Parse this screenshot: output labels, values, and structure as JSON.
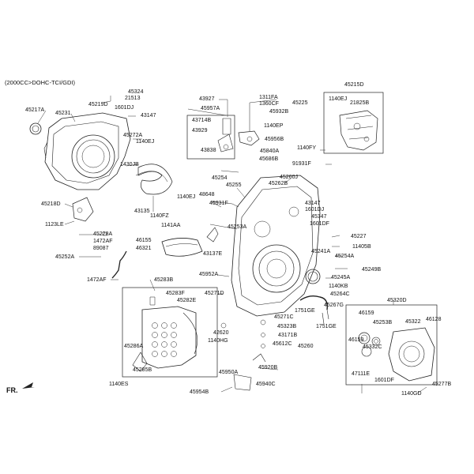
{
  "header": {
    "variant": "(2000CC>DOHC-TCI/GDI)"
  },
  "direction": {
    "label": "FR."
  },
  "parts": [
    {
      "id": "p1",
      "text": "45324"
    },
    {
      "id": "p2",
      "text": "21513"
    },
    {
      "id": "p3",
      "text": "45219D"
    },
    {
      "id": "p4",
      "text": "1601DJ"
    },
    {
      "id": "p5",
      "text": "45217A"
    },
    {
      "id": "p6",
      "text": "45231"
    },
    {
      "id": "p7",
      "text": "43147"
    },
    {
      "id": "p8",
      "text": "45272A"
    },
    {
      "id": "p9",
      "text": "1140EJ"
    },
    {
      "id": "p10",
      "text": "1430JB"
    },
    {
      "id": "p11",
      "text": "45218D"
    },
    {
      "id": "p12",
      "text": "43135"
    },
    {
      "id": "p13",
      "text": "1140FZ"
    },
    {
      "id": "p14",
      "text": "1123LE"
    },
    {
      "id": "p15",
      "text": "43927"
    },
    {
      "id": "p16",
      "text": "45957A"
    },
    {
      "id": "p17",
      "text": "1311FA"
    },
    {
      "id": "p18",
      "text": "1360CF"
    },
    {
      "id": "p19",
      "text": "45932B"
    },
    {
      "id": "p20",
      "text": "43714B"
    },
    {
      "id": "p21",
      "text": "1140EP"
    },
    {
      "id": "p22",
      "text": "43929"
    },
    {
      "id": "p23",
      "text": "45956B"
    },
    {
      "id": "p24",
      "text": "43838"
    },
    {
      "id": "p25",
      "text": "45840A"
    },
    {
      "id": "p26",
      "text": "45686B"
    },
    {
      "id": "p27",
      "text": "45215D"
    },
    {
      "id": "p28",
      "text": "45225"
    },
    {
      "id": "p29",
      "text": "1140EJ"
    },
    {
      "id": "p30",
      "text": "21825B"
    },
    {
      "id": "p31",
      "text": "1140FY"
    },
    {
      "id": "p32",
      "text": "91931F"
    },
    {
      "id": "p33",
      "text": "45260J"
    },
    {
      "id": "p34",
      "text": "45254"
    },
    {
      "id": "p35",
      "text": "45255"
    },
    {
      "id": "p36",
      "text": "45262B"
    },
    {
      "id": "p37",
      "text": "1140EJ"
    },
    {
      "id": "p38",
      "text": "48648"
    },
    {
      "id": "p39",
      "text": "45931F"
    },
    {
      "id": "p40",
      "text": "43147"
    },
    {
      "id": "p41",
      "text": "1601DJ"
    },
    {
      "id": "p42",
      "text": "45347"
    },
    {
      "id": "p43",
      "text": "1601DF"
    },
    {
      "id": "p44",
      "text": "1141AA"
    },
    {
      "id": "p45",
      "text": "45253A"
    },
    {
      "id": "p46",
      "text": "45227"
    },
    {
      "id": "p47",
      "text": "45228A"
    },
    {
      "id": "p48",
      "text": "1472AF"
    },
    {
      "id": "p49",
      "text": "89087"
    },
    {
      "id": "p50",
      "text": "46155"
    },
    {
      "id": "p51",
      "text": "46321"
    },
    {
      "id": "p52",
      "text": "11405B"
    },
    {
      "id": "p53",
      "text": "45241A"
    },
    {
      "id": "p54",
      "text": "45252A"
    },
    {
      "id": "p55",
      "text": "43137E"
    },
    {
      "id": "p56",
      "text": "45254A"
    },
    {
      "id": "p57",
      "text": "45249B"
    },
    {
      "id": "p58",
      "text": "1472AF"
    },
    {
      "id": "p59",
      "text": "45283B"
    },
    {
      "id": "p60",
      "text": "45952A"
    },
    {
      "id": "p61",
      "text": "45245A"
    },
    {
      "id": "p62",
      "text": "1140KB"
    },
    {
      "id": "p63",
      "text": "45264C"
    },
    {
      "id": "p64",
      "text": "45283F"
    },
    {
      "id": "p65",
      "text": "45282E"
    },
    {
      "id": "p66",
      "text": "45271D"
    },
    {
      "id": "p67",
      "text": "45267G"
    },
    {
      "id": "p68",
      "text": "45320D"
    },
    {
      "id": "p69",
      "text": "1751GE"
    },
    {
      "id": "p70",
      "text": "1751GE"
    },
    {
      "id": "p71",
      "text": "46159"
    },
    {
      "id": "p72",
      "text": "45253B"
    },
    {
      "id": "p73",
      "text": "45322"
    },
    {
      "id": "p74",
      "text": "46128"
    },
    {
      "id": "p75",
      "text": "45271C"
    },
    {
      "id": "p76",
      "text": "42620"
    },
    {
      "id": "p77",
      "text": "45323B"
    },
    {
      "id": "p78",
      "text": "43171B"
    },
    {
      "id": "p79",
      "text": "46159"
    },
    {
      "id": "p80",
      "text": "45332C"
    },
    {
      "id": "p81",
      "text": "45286A"
    },
    {
      "id": "p82",
      "text": "1140HG"
    },
    {
      "id": "p83",
      "text": "45612C"
    },
    {
      "id": "p84",
      "text": "45260"
    },
    {
      "id": "p85",
      "text": "45285B"
    },
    {
      "id": "p86",
      "text": "45920B"
    },
    {
      "id": "p87",
      "text": "47111E"
    },
    {
      "id": "p88",
      "text": "45950A"
    },
    {
      "id": "p89",
      "text": "1601DF"
    },
    {
      "id": "p90",
      "text": "45277B"
    },
    {
      "id": "p91",
      "text": "1140ES"
    },
    {
      "id": "p92",
      "text": "45940C"
    },
    {
      "id": "p93",
      "text": "45954B"
    },
    {
      "id": "p94",
      "text": "1140GD"
    }
  ]
}
